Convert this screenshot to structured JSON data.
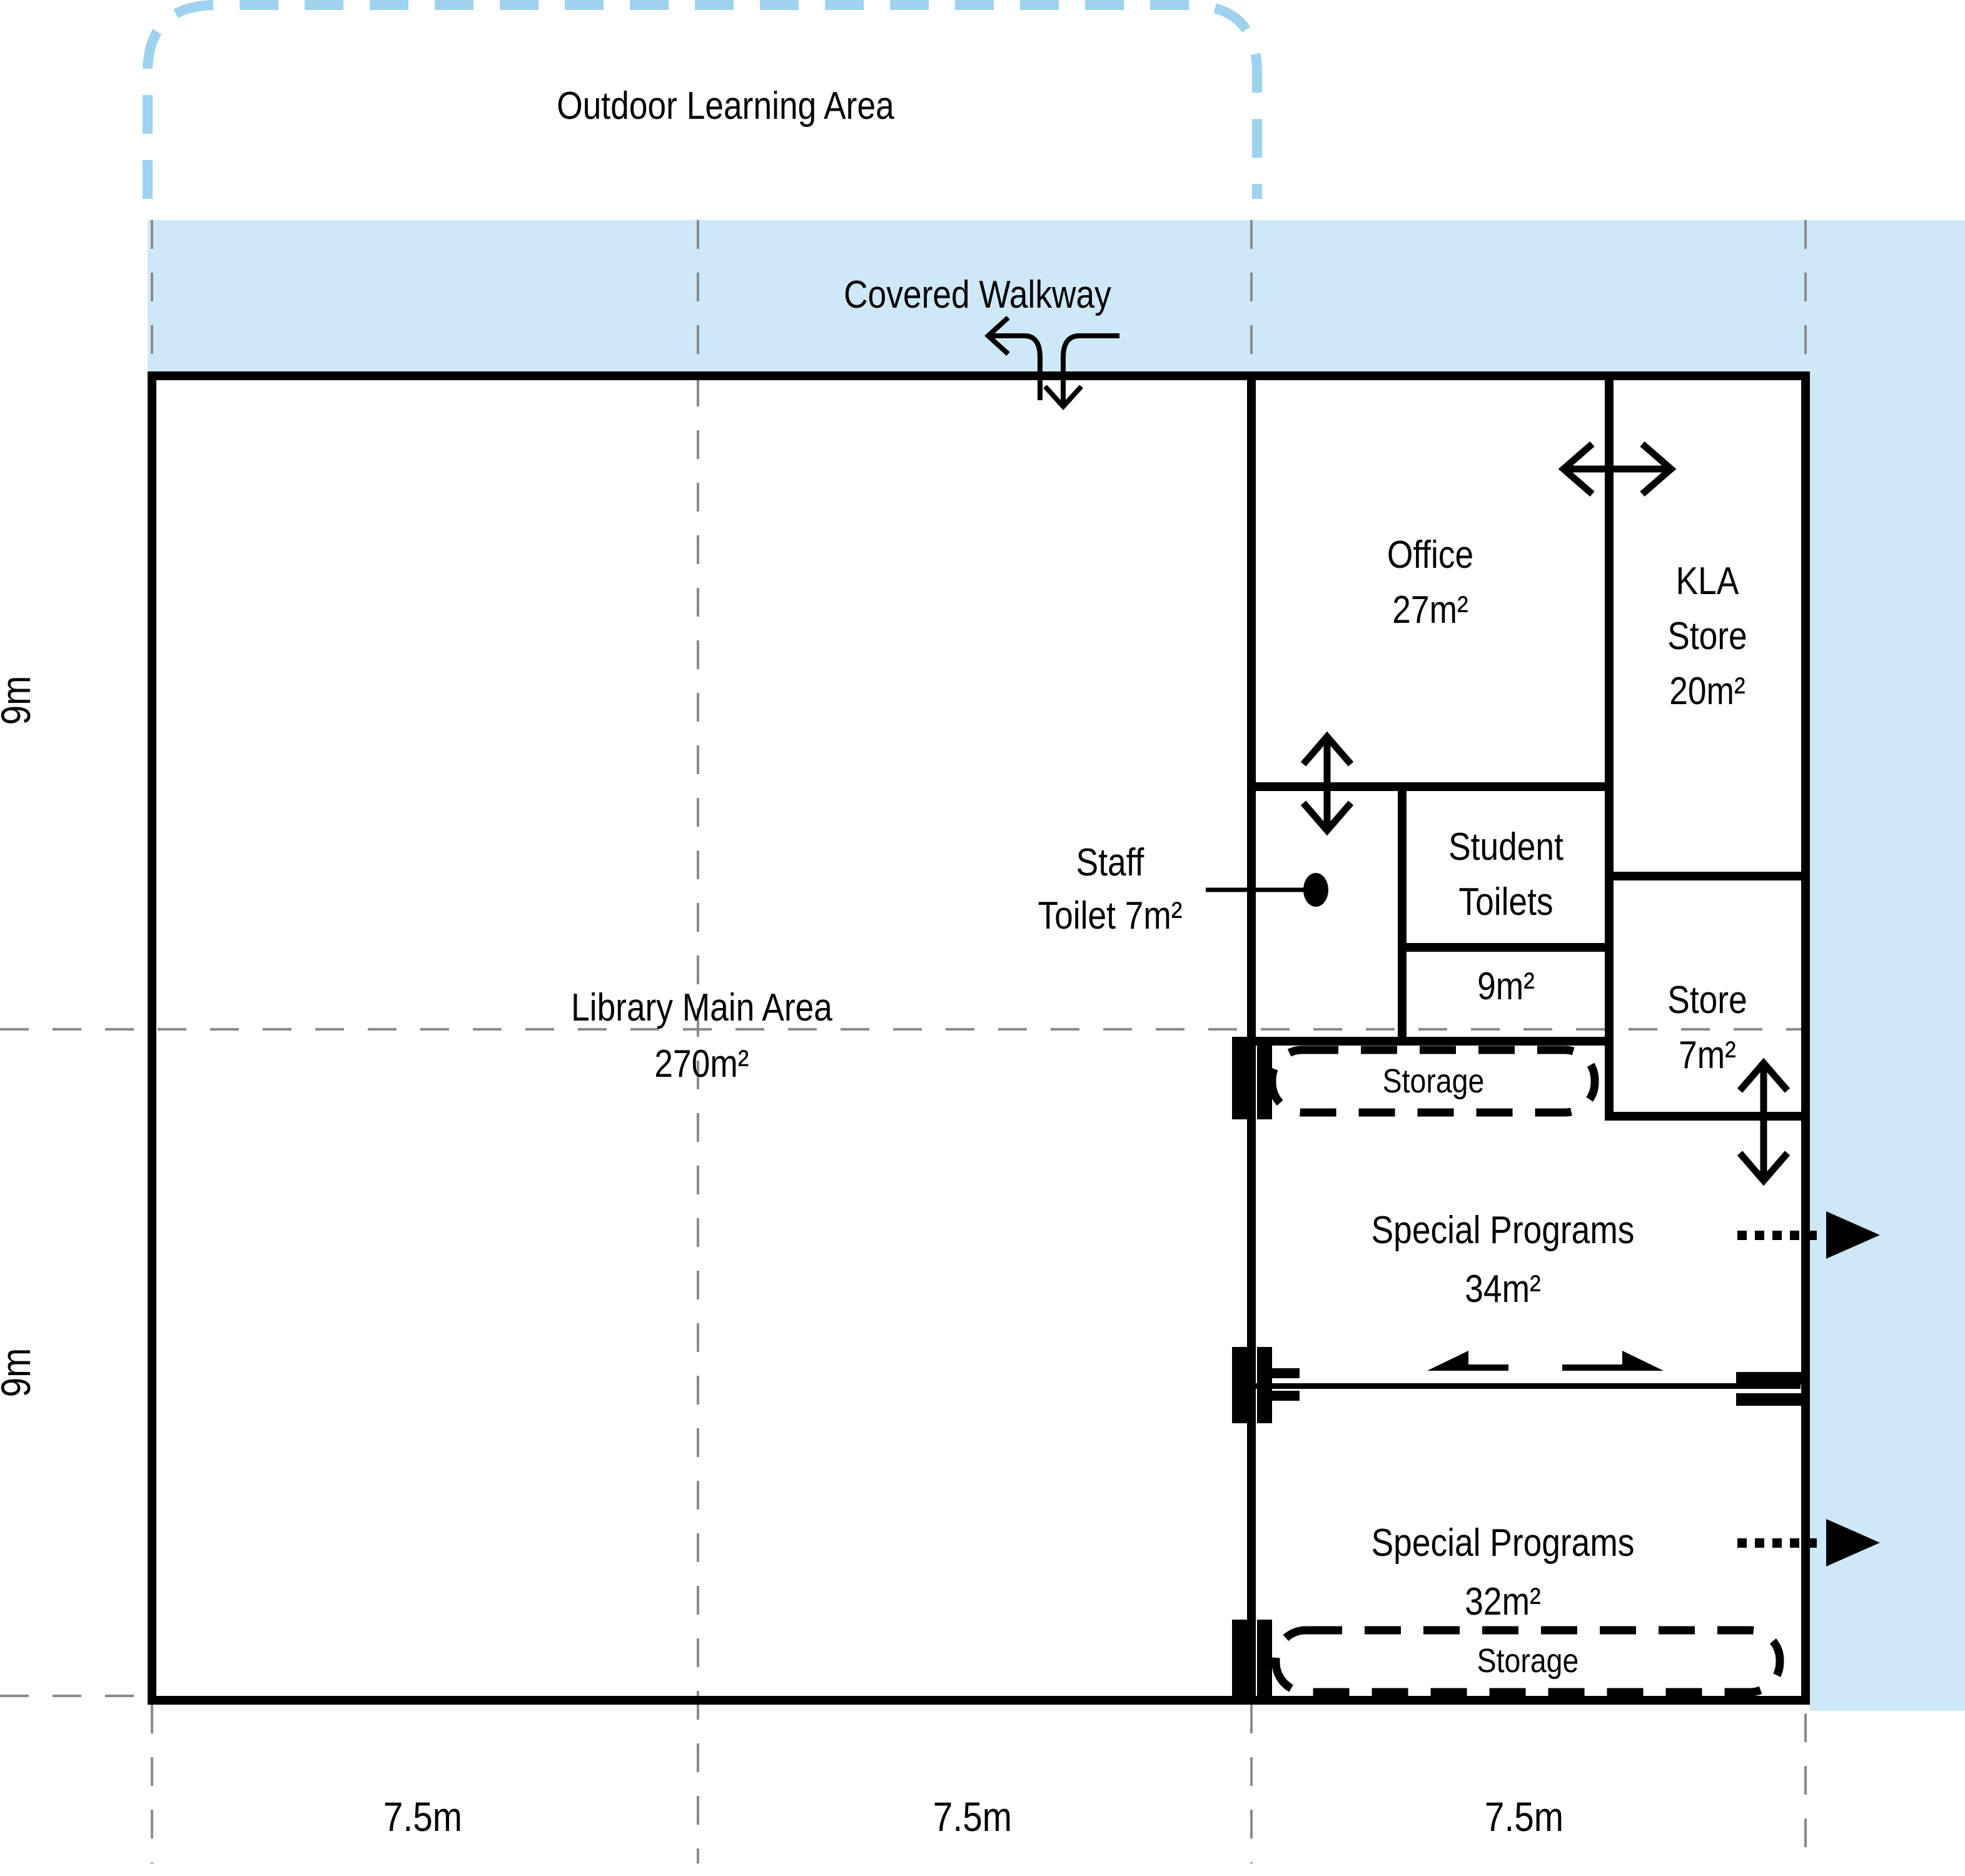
{
  "colors": {
    "walkway_fill": "#cfe8f8",
    "outdoor_dash": "#9ed2ef",
    "wall": "#000000",
    "grid": "#8a8a8a",
    "text": "#000000"
  },
  "outdoor": {
    "label": "Outdoor Learning Area"
  },
  "walkway": {
    "label": "Covered Walkway"
  },
  "rooms": {
    "library": {
      "name": "Library Main Area",
      "area": "270m²"
    },
    "office": {
      "name": "Office",
      "area": "27m²"
    },
    "kla_store": {
      "name": "KLA Store",
      "area": "20m²"
    },
    "staff_toilet": {
      "name_line1": "Staff",
      "name_line2": "Toilet 7m²"
    },
    "student_toilets": {
      "name_line1": "Student",
      "name_line2": "Toilets",
      "area": "9m²"
    },
    "store": {
      "name": "Store",
      "area": "7m²"
    },
    "special_programs_upper": {
      "name": "Special Programs",
      "area": "34m²"
    },
    "special_programs_lower": {
      "name": "Special Programs",
      "area": "32m²"
    },
    "storage_upper": {
      "name": "Storage"
    },
    "storage_lower": {
      "name": "Storage"
    }
  },
  "dimensions": {
    "horizontal": [
      "7.5m",
      "7.5m",
      "7.5m"
    ],
    "vertical": [
      "9m",
      "9m"
    ]
  }
}
